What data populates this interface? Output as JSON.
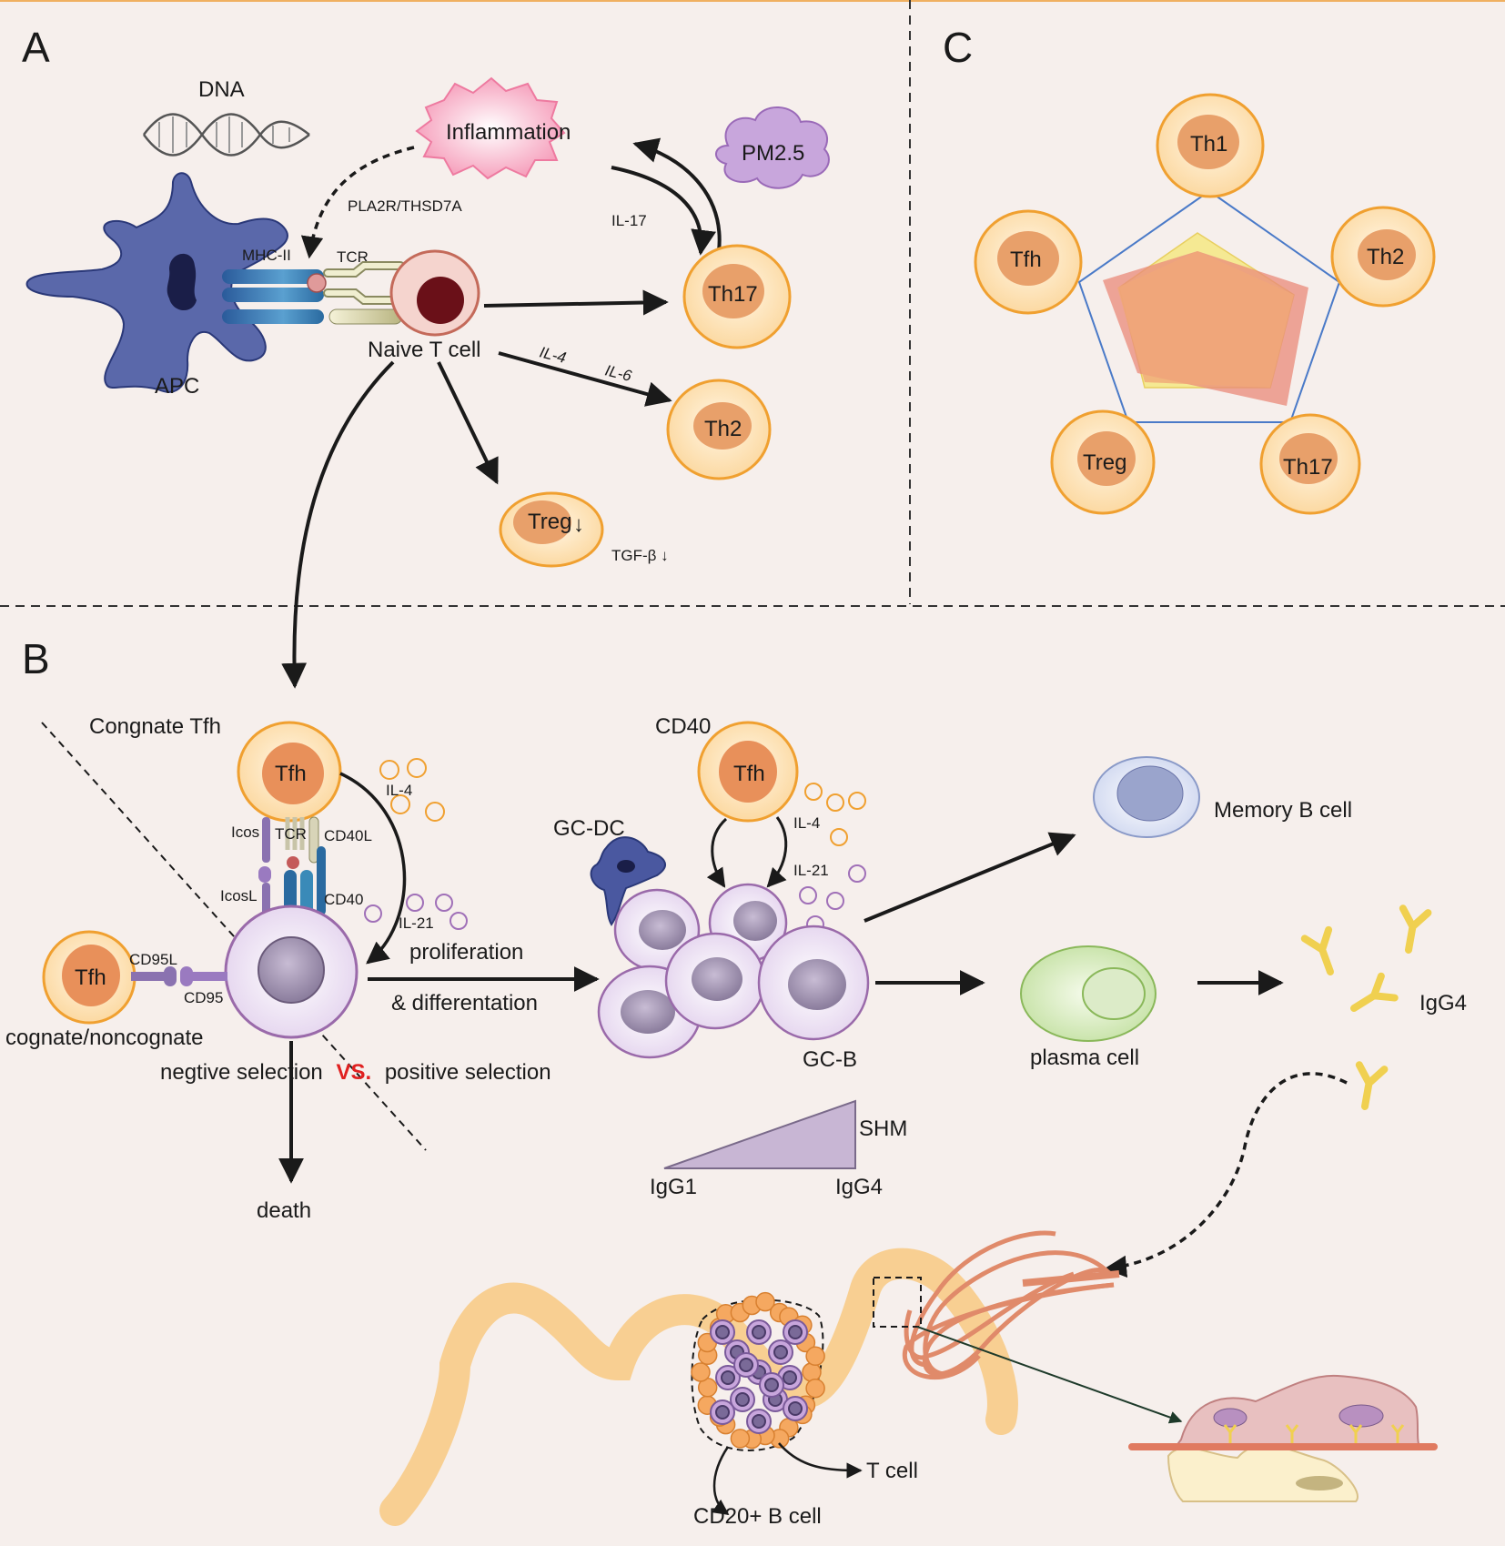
{
  "panels": {
    "a": "A",
    "b": "B",
    "c": "C"
  },
  "panel_a": {
    "dna": "DNA",
    "inflammation": "Inflammation",
    "pm25": "PM2.5",
    "pla2r": "PLA2R/THSD7A",
    "il17": "IL-17",
    "mhc": "MHC-II",
    "tcr": "TCR",
    "apc": "APC",
    "naive": "Naive T cell",
    "th17": "Th17",
    "il4": "IL-4",
    "il6": "IL-6",
    "th2": "Th2",
    "treg": "Treg",
    "down": "↓",
    "tgfb": "TGF-β ↓"
  },
  "panel_c": {
    "cells": [
      "Th1",
      "Th2",
      "Th17",
      "Treg",
      "Tfh"
    ]
  },
  "panel_b": {
    "congnate": "Congnate Tfh",
    "tfh": "Tfh",
    "il4": "IL-4",
    "icos": "Icos",
    "tcr": "TCR",
    "cd40l": "CD40L",
    "icosl": "IcosL",
    "cd40": "CD40",
    "il21": "IL-21",
    "cd95l": "CD95L",
    "cd95": "CD95",
    "cognate": "cognate/noncognate",
    "neg": "negtive selection",
    "vs": "VS.",
    "pos": "positive selection",
    "death": "death",
    "proliferation": "proliferation",
    "differentation": "& differentation",
    "cd40_top": "CD40",
    "gcdc": "GC-DC",
    "gcb": "GC-B",
    "memory": "Memory B cell",
    "plasma": "plasma cell",
    "igg4": "IgG4",
    "shm": "SHM",
    "igg1_axis": "IgG1",
    "igg4_axis": "IgG4",
    "tcell": "T cell",
    "cd20": "CD20+ B cell"
  },
  "colors": {
    "background": "#f6efec",
    "cell_border": "#f0a030",
    "cell_nucleus": "#e8a06a",
    "apc": "#5a68aa",
    "bcell_border": "#9a6aaa",
    "bcell_nucleus": "#8a7a98",
    "radar_outline": "#4a7ac8",
    "radar_yellow": "#f5e88a",
    "radar_red": "#ea8a7a",
    "vs_red": "#e02020"
  }
}
